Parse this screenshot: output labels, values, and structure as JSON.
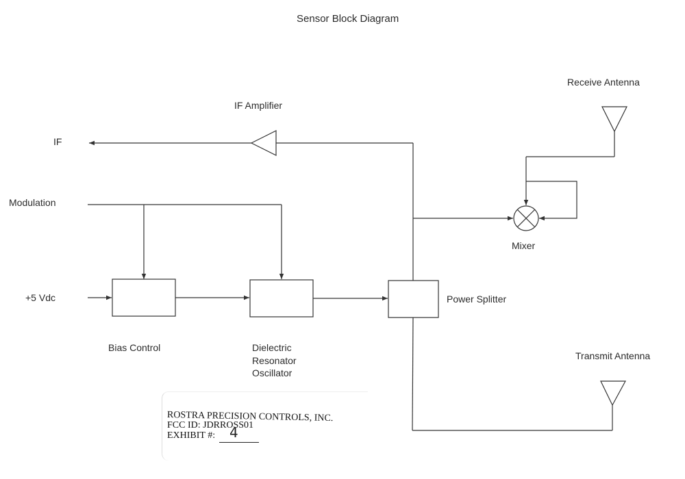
{
  "title": "Sensor Block Diagram",
  "labels": {
    "if_out": "IF",
    "if_amplifier": "IF Amplifier",
    "modulation": "Modulation",
    "vdc": "+5 Vdc",
    "bias_control": "Bias Control",
    "dro_line1": "Dielectric",
    "dro_line2": "Resonator",
    "dro_line3": "Oscillator",
    "power_splitter": "Power Splitter",
    "mixer": "Mixer",
    "receive_antenna": "Receive Antenna",
    "transmit_antenna": "Transmit Antenna"
  },
  "stamp": {
    "company": "ROSTRA PRECISION CONTROLS, INC.",
    "fcc_id": "FCC ID:  JDRROSS01",
    "exhibit_label": "EXHIBIT #:",
    "exhibit_number": "4"
  },
  "colors": {
    "line": "#333333",
    "text": "#2a2a2a"
  }
}
